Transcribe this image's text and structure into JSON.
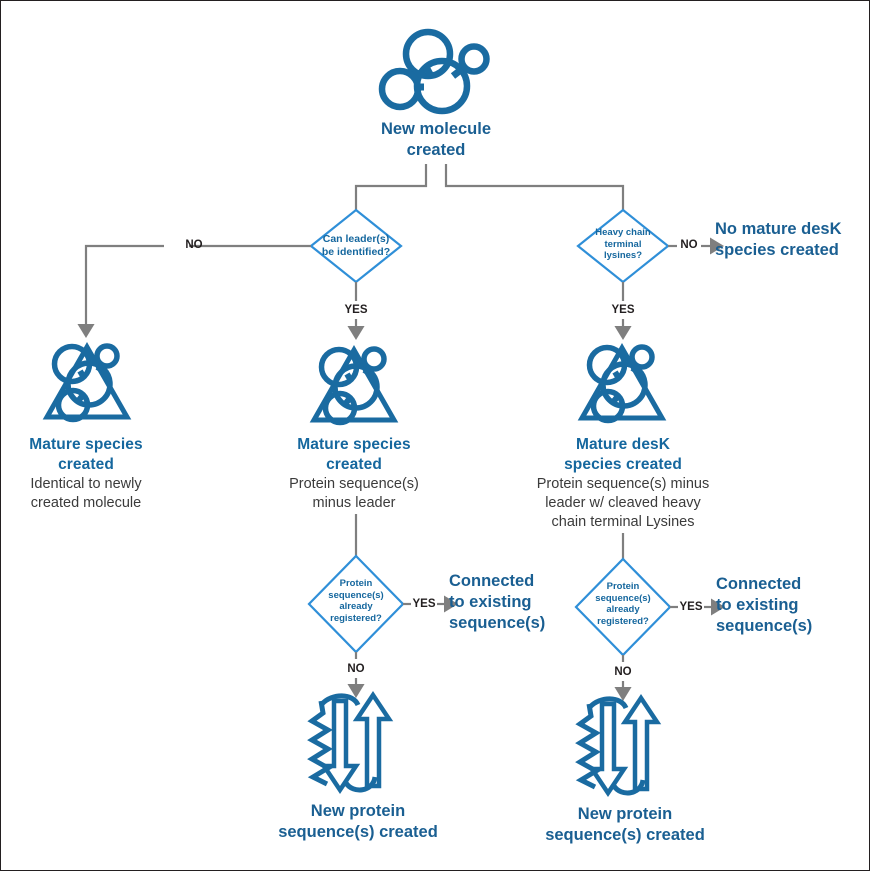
{
  "diagram": {
    "title": "Molecule registration decision flow",
    "colors": {
      "blue_dark": "#15679e",
      "blue_line": "#2f8fd8",
      "gray_line": "#7f7f7f",
      "text_dark": "#231f20",
      "border": "#231f20",
      "background": "#ffffff"
    }
  },
  "root": {
    "icon": "molecule-icon",
    "label_line1": "New molecule",
    "label_line2": "created"
  },
  "decisions": {
    "leader": {
      "lines": [
        "Can leader(s)",
        "be identified?"
      ],
      "yes_label": "YES",
      "no_label": "NO"
    },
    "lysine": {
      "lines": [
        "Heavy chain",
        "terminal",
        "lysines?"
      ],
      "yes_label": "YES",
      "no_label": "NO"
    },
    "registered_middle": {
      "lines": [
        "Protein",
        "sequence(s)",
        "already",
        "registered?"
      ],
      "yes_label": "YES",
      "no_label": "NO"
    },
    "registered_right": {
      "lines": [
        "Protein",
        "sequence(s)",
        "already",
        "registered?"
      ],
      "yes_label": "YES",
      "no_label": "NO"
    }
  },
  "outcomes": {
    "no_desk": {
      "line1": "No mature desK",
      "line2": "species created"
    },
    "mature_left": {
      "icon": "mature-species-icon",
      "title_line1": "Mature species",
      "title_line2": "created",
      "desc_line1": "Identical to newly",
      "desc_line2": "created molecule"
    },
    "mature_middle": {
      "icon": "mature-species-icon",
      "title_line1": "Mature species",
      "title_line2": "created",
      "desc_line1": "Protein sequence(s)",
      "desc_line2": "minus leader"
    },
    "mature_right": {
      "icon": "mature-species-icon",
      "title_line1": "Mature desK",
      "title_line2": "species created",
      "desc_line1": "Protein sequence(s) minus",
      "desc_line2": "leader w/ cleaved heavy",
      "desc_line3": "chain terminal Lysines"
    },
    "connected_middle": {
      "line1": "Connected",
      "line2": "to existing",
      "line3": "sequence(s)"
    },
    "connected_right": {
      "line1": "Connected",
      "line2": "to existing",
      "line3": "sequence(s)"
    },
    "new_protein_middle": {
      "icon": "protein-structure-icon",
      "line1": "New protein",
      "line2": "sequence(s) created"
    },
    "new_protein_right": {
      "icon": "protein-structure-icon",
      "line1": "New protein",
      "line2": "sequence(s) created"
    }
  }
}
